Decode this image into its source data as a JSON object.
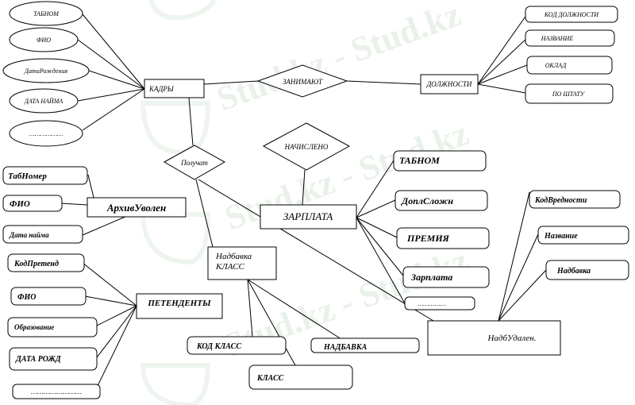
{
  "watermark": {
    "text": "Stud.kz - Stud.kz"
  },
  "entities": {
    "kadry": "КАДРЫ",
    "dolzhnosti": "ДОЛЖНОСТИ",
    "zarplata": "ЗАРПЛАТА",
    "arhiv": "АрхивУволен",
    "petendenty": "ПЕТЕНДЕНТЫ",
    "nadbavka_klass": "Надбавка КЛАСС",
    "nadbudalen": "НадбУдален."
  },
  "relationships": {
    "zanimayut": "ЗАНИМАЮТ",
    "nachisleno": "НАЧИСЛЕНО",
    "poluchat": "Получат"
  },
  "attributes": {
    "kadry": [
      "ТАБНОМ",
      "ФИО",
      "ДатаРождения",
      "ДАТА НАЙМА",
      "………………"
    ],
    "dolzhnosti": [
      "КОД ДОЛЖНОСТИ",
      "НАЗВАНИЕ",
      "ОКЛАД",
      "ПО ШТАТУ"
    ],
    "zarplata": [
      "ТАБНОМ",
      "ДоплСложн",
      "ПРЕМИЯ",
      "Зарплата",
      "……………"
    ],
    "arhiv": [
      "ТабНомер",
      "ФИО",
      "Дата найма"
    ],
    "petendenty": [
      "КодПретенд",
      "ФИО",
      "Образование",
      "ДАТА РОЖД",
      "……………………"
    ],
    "klass": [
      "КОД КЛАСС",
      "НАДБАВКА",
      "КЛАСС"
    ],
    "nadbudalen": [
      "КодВредности",
      "Название",
      "Надбавка"
    ]
  }
}
